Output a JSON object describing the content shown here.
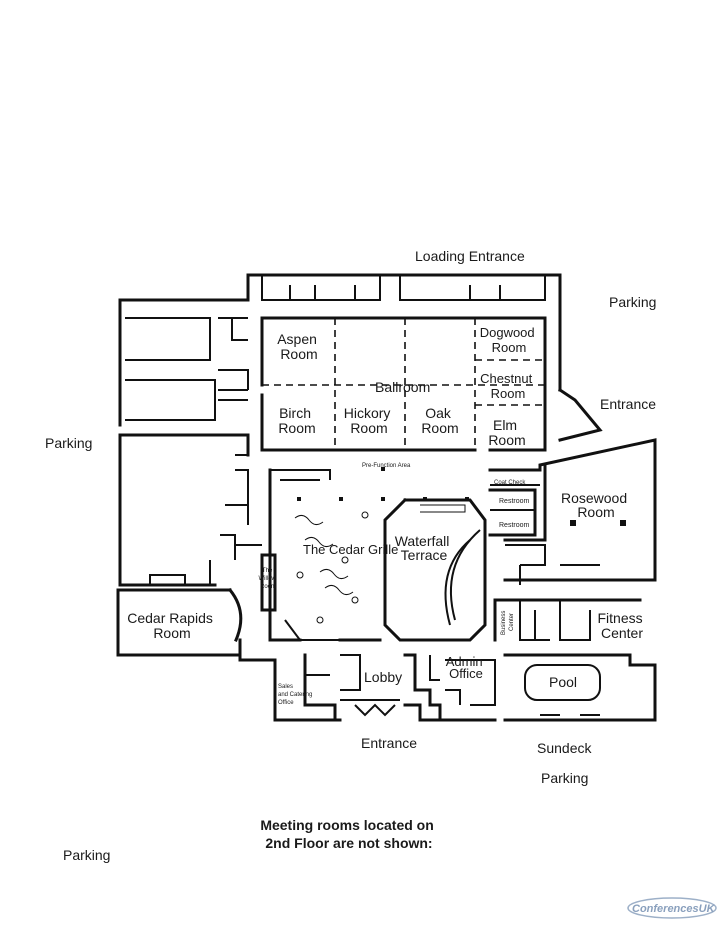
{
  "map": {
    "labels": {
      "loading_entrance": "Loading Entrance",
      "parking_ne": "Parking",
      "parking_w": "Parking",
      "parking_s": "Parking",
      "parking_sw": "Parking",
      "entrance_east": "Entrance",
      "entrance_south": "Entrance",
      "sundeck": "Sundeck"
    },
    "rooms": {
      "aspen": [
        "Aspen",
        "Room"
      ],
      "birch": [
        "Birch",
        "Room"
      ],
      "hickory": [
        "Hickory",
        "Room"
      ],
      "oak": [
        "Oak",
        "Room"
      ],
      "ballroom": "Ballroom",
      "dogwood": [
        "Dogwood",
        "Room"
      ],
      "chestnut": [
        "Chestnut",
        "Room"
      ],
      "elm": [
        "Elm",
        "Room"
      ],
      "rosewood": [
        "Rosewood",
        "Room"
      ],
      "cedar_rapids": [
        "Cedar Rapids",
        "Room"
      ],
      "cedar_grille": "The Cedar Grille",
      "waterfall_terrace": [
        "Waterfall",
        "Terrace"
      ],
      "willow": [
        "The",
        "Willow",
        "Room"
      ],
      "fitness_center": [
        "Fitness",
        "Center"
      ],
      "pool": "Pool",
      "lobby": "Lobby",
      "admin_office": [
        "Admin",
        "Office"
      ],
      "sales_office": [
        "Sales",
        "and Catering",
        "Office"
      ],
      "business_center": [
        "Business",
        "Center"
      ],
      "restroom_1": "Restroom",
      "restroom_2": "Restroom",
      "coat_check": "Coat Check",
      "pre_function": "Pre-Function Area"
    },
    "note": [
      "Meeting rooms located on",
      "2nd Floor are not shown:"
    ],
    "watermark": "ConferencesUK"
  }
}
